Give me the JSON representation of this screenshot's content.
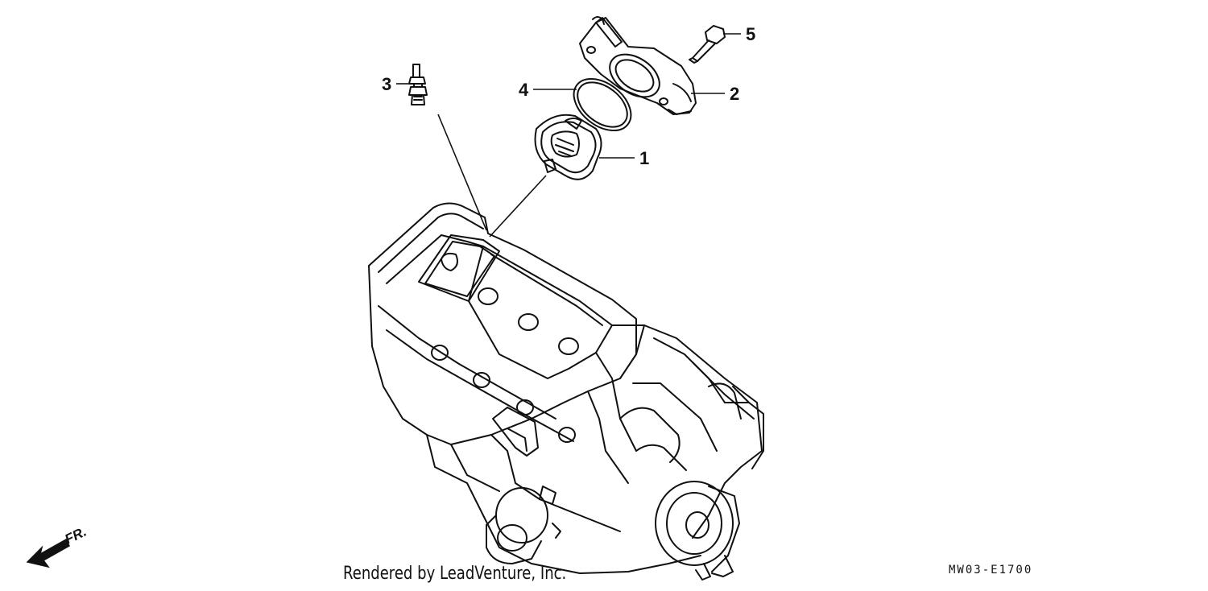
{
  "diagram": {
    "parts": [
      {
        "number": "1",
        "part": "thermostat"
      },
      {
        "number": "2",
        "part": "thermostat-cover"
      },
      {
        "number": "3",
        "part": "temperature-sensor"
      },
      {
        "number": "4",
        "part": "o-ring"
      },
      {
        "number": "5",
        "part": "bolt"
      }
    ],
    "direction_label": "FR.",
    "diagram_code": "MW03-E1700",
    "credit": "Rendered by LeadVenture, Inc."
  },
  "colors": {
    "line": "#111111",
    "background": "#ffffff",
    "fill_light": "#ffffff"
  }
}
